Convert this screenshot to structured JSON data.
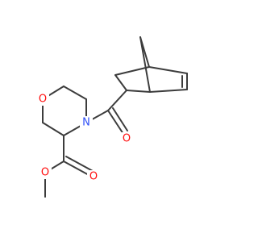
{
  "molecule": {
    "atoms": [
      {
        "id": "O_ring",
        "label": "O",
        "color": "#ff0d0d"
      },
      {
        "id": "N_ring",
        "label": "N",
        "color": "#3050f8"
      },
      {
        "id": "O_amide",
        "label": "O",
        "color": "#ff0d0d"
      },
      {
        "id": "O_ester_carbonyl",
        "label": "O",
        "color": "#ff0d0d"
      },
      {
        "id": "O_ester_ether",
        "label": "O",
        "color": "#ff0d0d"
      }
    ],
    "bond_color": "#3c3c3c"
  }
}
